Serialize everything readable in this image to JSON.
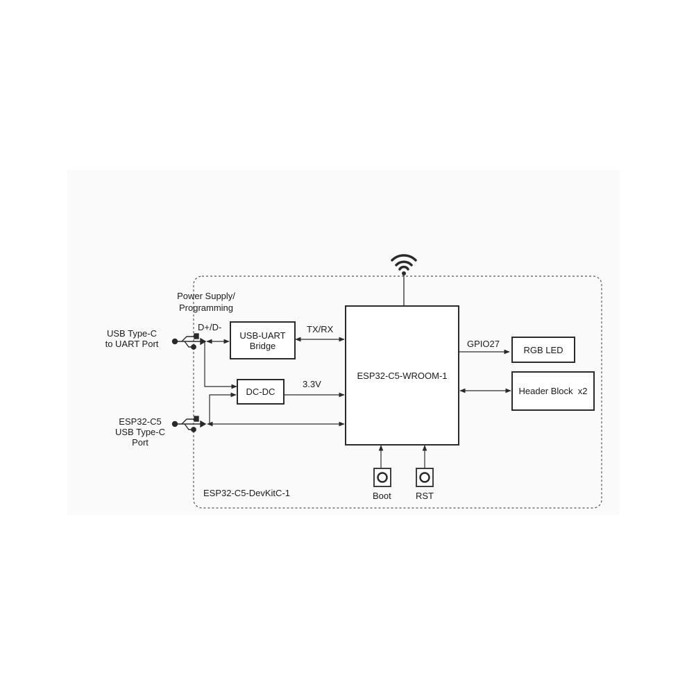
{
  "board_label": "ESP32-C5-DevKitC-1",
  "power_label": [
    "Power Supply/",
    "Programming"
  ],
  "ports": {
    "uart": [
      "USB Type-C",
      "to UART Port"
    ],
    "usb": [
      "ESP32-C5",
      "USB Type-C",
      "Port"
    ]
  },
  "signals": {
    "dp_dm": "D+/D-",
    "tx_rx": "TX/RX",
    "v33": "3.3V",
    "gpio": "GPIO27"
  },
  "blocks": {
    "bridge": [
      "USB-UART",
      "Bridge"
    ],
    "dcdc": "DC-DC",
    "module": "ESP32-C5-WROOM-1",
    "led": "RGB LED",
    "header": "Header Block  x2"
  },
  "buttons": {
    "boot": "Boot",
    "rst": "RST"
  },
  "icons": [
    "usb-icon",
    "wifi-icon",
    "push-button-icon"
  ],
  "colors": {
    "line": "#2a2a2a",
    "background": "#ffffff",
    "panel": "#fafafa"
  }
}
